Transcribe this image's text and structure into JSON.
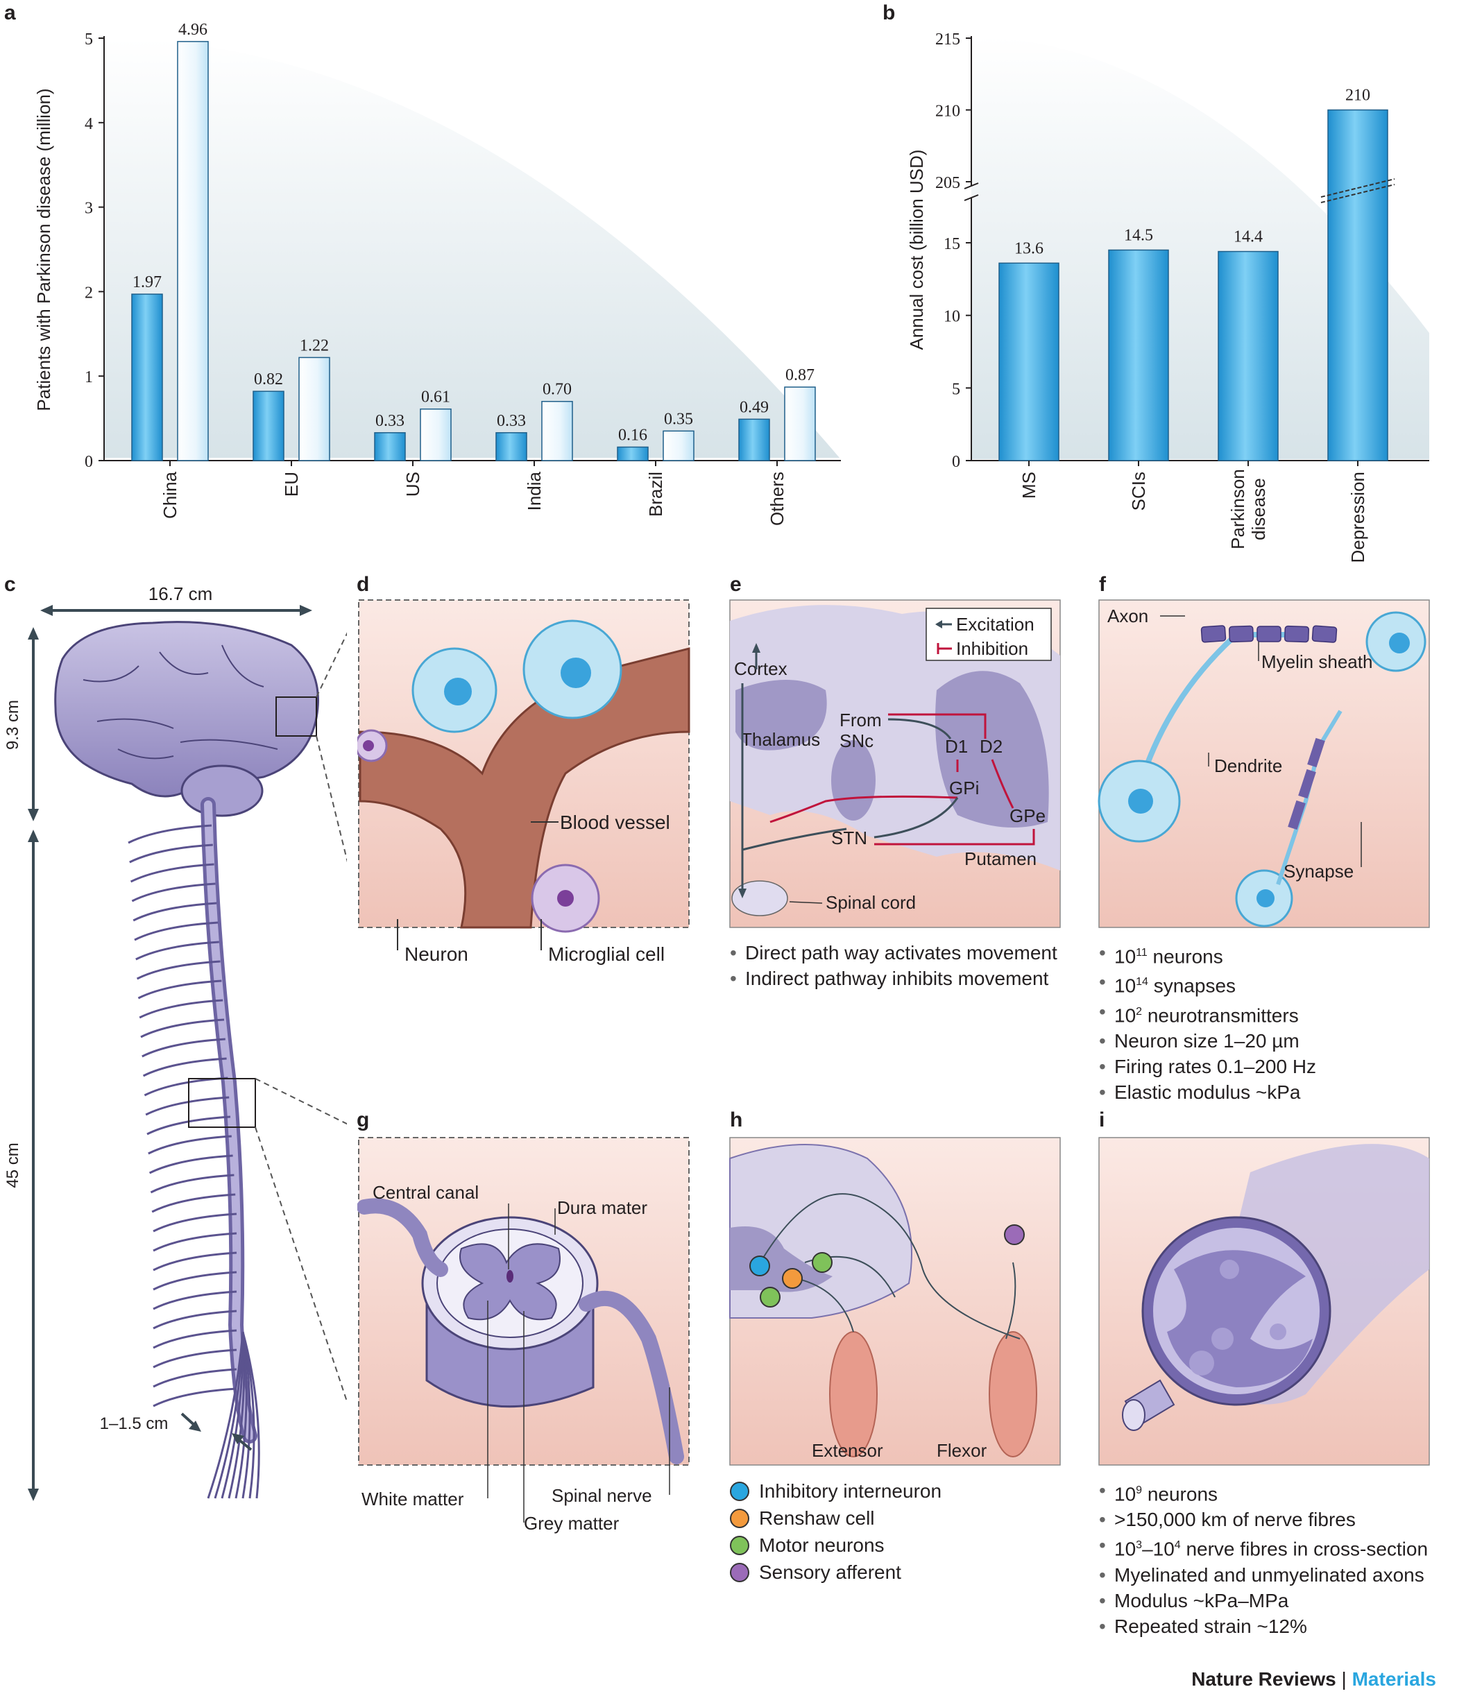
{
  "panels": {
    "a": "a",
    "b": "b",
    "c": "c",
    "d": "d",
    "e": "e",
    "f": "f",
    "g": "g",
    "h": "h",
    "i": "i"
  },
  "chart_data": [
    {
      "type": "bar",
      "ylabel": "Patients with Parkinson disease (million)",
      "categories": [
        "China",
        "EU",
        "US",
        "India",
        "Brazil",
        "Others"
      ],
      "series": [
        {
          "values": [
            1.97,
            0.82,
            0.33,
            0.33,
            0.16,
            0.49
          ],
          "labels": [
            "1.97",
            "0.82",
            "0.33",
            "0.33",
            "0.16",
            "0.49"
          ]
        },
        {
          "values": [
            4.96,
            1.22,
            0.61,
            0.7,
            0.35,
            0.87
          ],
          "labels": [
            "4.96",
            "1.22",
            "0.61",
            "0.70",
            "0.35",
            "0.87"
          ]
        }
      ],
      "yticks": [
        "0",
        "1",
        "2",
        "3",
        "4",
        "5"
      ],
      "ylim": [
        0,
        5
      ]
    },
    {
      "type": "bar",
      "ylabel": "Annual cost (billion USD)",
      "categories": [
        "MS",
        "SCIs",
        "Parkinson disease",
        "Depression"
      ],
      "category_lines": [
        [
          "MS"
        ],
        [
          "SCIs"
        ],
        [
          "Parkinson",
          "disease"
        ],
        [
          "Depression"
        ]
      ],
      "values": [
        13.6,
        14.5,
        14.4,
        210
      ],
      "labels": [
        "13.6",
        "14.5",
        "14.4",
        "210"
      ],
      "yticks_lower": [
        "0",
        "5",
        "10",
        "15"
      ],
      "yticks_upper": [
        "205",
        "210",
        "215"
      ],
      "axis_break": [
        15,
        205
      ]
    }
  ],
  "c": {
    "width": "16.7 cm",
    "height_brain": "9.3 cm",
    "length_cord": "45 cm",
    "nerve_spacing": "1–1.5 cm"
  },
  "d": {
    "blood_vessel": "Blood vessel",
    "neuron": "Neuron",
    "microglial": "Microglial cell"
  },
  "e": {
    "legend_excitation": "Excitation",
    "legend_inhibition": "Inhibition",
    "cortex": "Cortex",
    "thalamus": "Thalamus",
    "from": "From",
    "snc": "SNc",
    "d1": "D1",
    "d2": "D2",
    "gpi": "GPi",
    "gpe": "GPe",
    "stn": "STN",
    "putamen": "Putamen",
    "spinal_cord": "Spinal cord",
    "bullets": [
      "Direct path way activates movement",
      "Indirect pathway inhibits movement"
    ]
  },
  "f": {
    "axon": "Axon",
    "myelin": "Myelin sheath",
    "dendrite": "Dendrite",
    "synapse": "Synapse",
    "bullets": [
      {
        "base": "10",
        "sup": "11",
        "rest": " neurons"
      },
      {
        "base": "10",
        "sup": "14",
        "rest": " synapses"
      },
      {
        "base": "10",
        "sup": "2",
        "rest": " neurotransmitters"
      },
      {
        "base": "",
        "sup": "",
        "rest": "Neuron size 1–20 µm"
      },
      {
        "base": "",
        "sup": "",
        "rest": "Firing rates 0.1–200 Hz"
      },
      {
        "base": "",
        "sup": "",
        "rest": "Elastic modulus ~kPa"
      }
    ]
  },
  "g": {
    "central_canal": "Central canal",
    "dura": "Dura mater",
    "white": "White matter",
    "grey": "Grey matter",
    "spinal_nerve": "Spinal nerve"
  },
  "h": {
    "extensor": "Extensor",
    "flexor": "Flexor",
    "legend": [
      {
        "label": "Inhibitory interneuron",
        "color": "#2aa6df"
      },
      {
        "label": "Renshaw cell",
        "color": "#f39a3d"
      },
      {
        "label": "Motor neurons",
        "color": "#7fc25a"
      },
      {
        "label": "Sensory afferent",
        "color": "#9b6bb8"
      }
    ]
  },
  "i": {
    "bullets": [
      {
        "base": "10",
        "sup": "9",
        "rest": " neurons"
      },
      {
        "base": "",
        "sup": "",
        "rest": ">150,000 km of nerve fibres"
      },
      {
        "base": "10",
        "sup": "3",
        "rest": "–10",
        "sup2": "4",
        "rest2": " nerve fibres in cross-section"
      },
      {
        "base": "",
        "sup": "",
        "rest": "Myelinated and unmyelinated axons"
      },
      {
        "base": "",
        "sup": "",
        "rest": "Modulus ~kPa–MPa"
      },
      {
        "base": "",
        "sup": "",
        "rest": "Repeated strain ~12%"
      }
    ]
  },
  "footer": {
    "journal": "Nature Reviews",
    "section": "Materials"
  },
  "colors": {
    "bar_blue": "#2f9fd8",
    "bar_light": "#dff1fb",
    "pink": "#f4d4cc",
    "purple": "#8f86bf",
    "red": "#c0143c"
  }
}
